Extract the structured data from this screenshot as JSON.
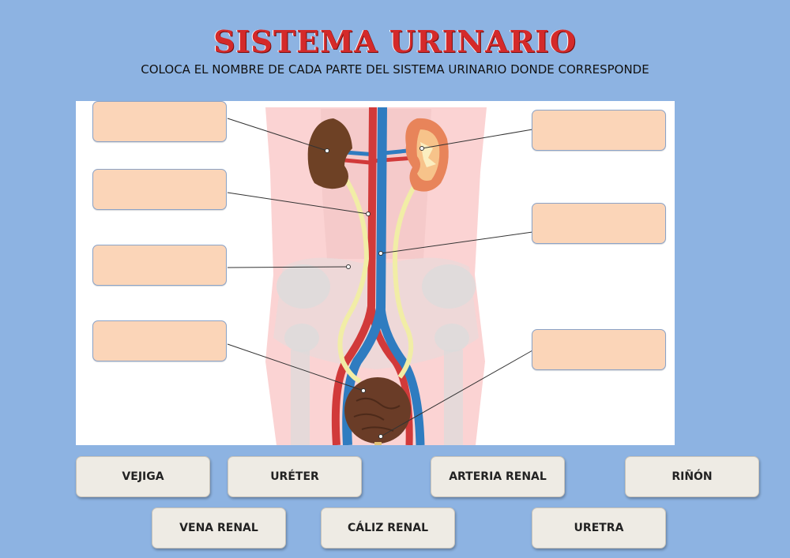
{
  "header": {
    "title": "SISTEMA URINARIO",
    "instruction": "COLOCA EL NOMBRE DE CADA PARTE DEL SISTEMA URINARIO DONDE CORRESPONDE"
  },
  "drop_targets": [
    {
      "id": "left-1",
      "value": ""
    },
    {
      "id": "left-2",
      "value": ""
    },
    {
      "id": "left-3",
      "value": ""
    },
    {
      "id": "left-4",
      "value": ""
    },
    {
      "id": "right-1",
      "value": ""
    },
    {
      "id": "right-2",
      "value": ""
    },
    {
      "id": "right-3",
      "value": ""
    }
  ],
  "word_bank": [
    {
      "label": "VEJIGA"
    },
    {
      "label": "URÉTER"
    },
    {
      "label": "ARTERIA RENAL"
    },
    {
      "label": "RIÑÓN"
    },
    {
      "label": "VENA RENAL"
    },
    {
      "label": "CÁLIZ RENAL"
    },
    {
      "label": "URETRA"
    }
  ],
  "colors": {
    "background": "#8db3e2",
    "title": "#d42a2a",
    "drop_box": "#fbd5b8",
    "word_card": "#eeebe4",
    "artery": "#d13a3a",
    "vein": "#2f7cc0",
    "ureter": "#f1eda6",
    "kidney": "#6e4125",
    "bladder": "#6a3c27"
  }
}
